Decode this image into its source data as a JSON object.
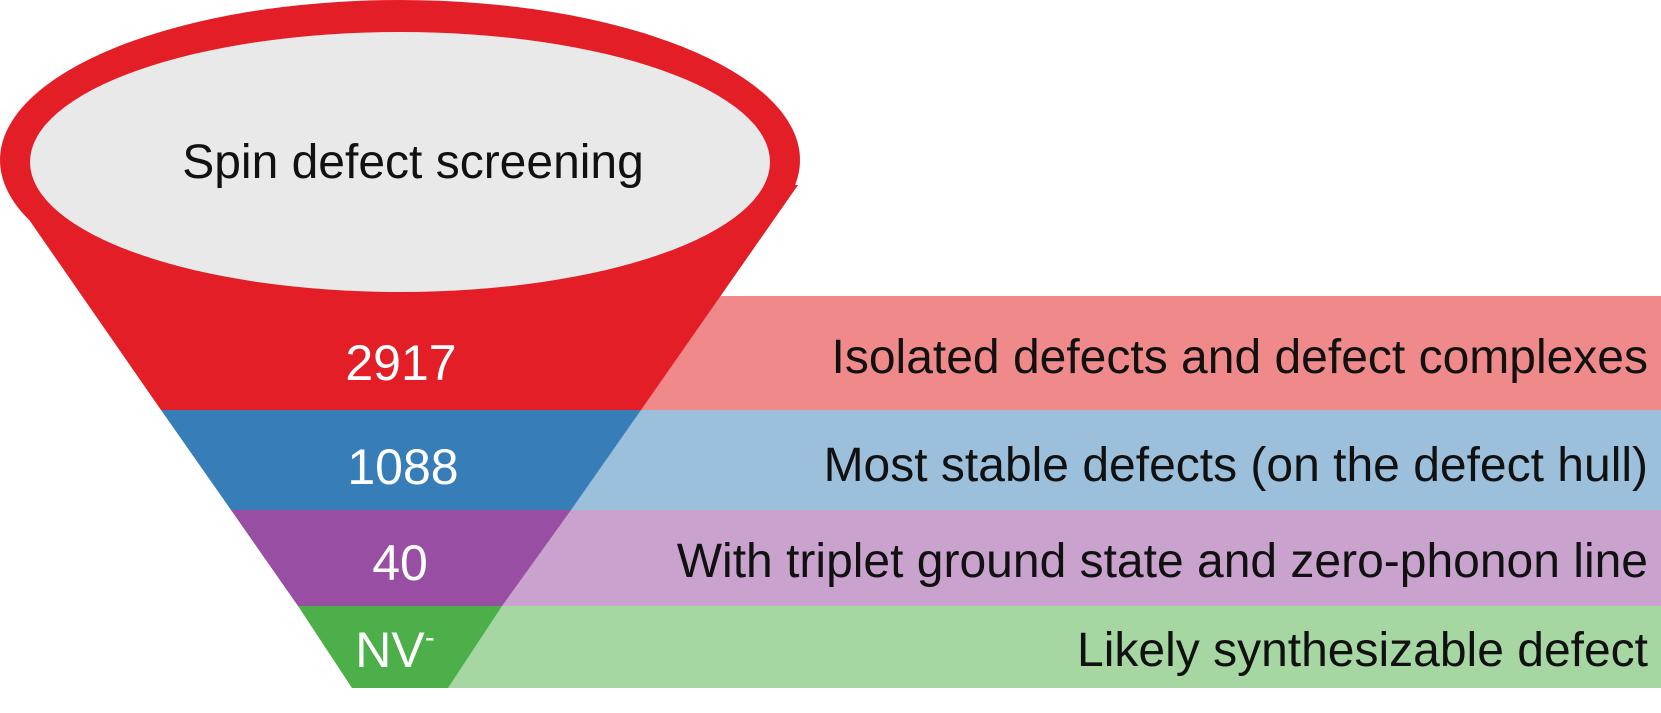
{
  "title": "Spin defect screening",
  "stages": [
    {
      "count": "2917",
      "description": "Isolated defects and defect complexes",
      "funnel_color": "#E41E26",
      "band_color": "#F08A8A"
    },
    {
      "count": "1088",
      "description": "Most stable defects (on the defect hull)",
      "funnel_color": "#377EB8",
      "band_color": "#9CBFDC"
    },
    {
      "count": "40",
      "description": "With triplet ground state and zero-phonon line",
      "funnel_color": "#984EA3",
      "band_color": "#C9A3CE"
    },
    {
      "count": "NV",
      "count_superscript": "-",
      "description": "Likely synthesizable defect",
      "funnel_color": "#4DAF4A",
      "band_color": "#A6D7A3"
    }
  ],
  "colors": {
    "rim": "#E41E26",
    "mouth": "#E9E9E9",
    "count_text": "#FFFFFF",
    "label_text": "#111111"
  }
}
